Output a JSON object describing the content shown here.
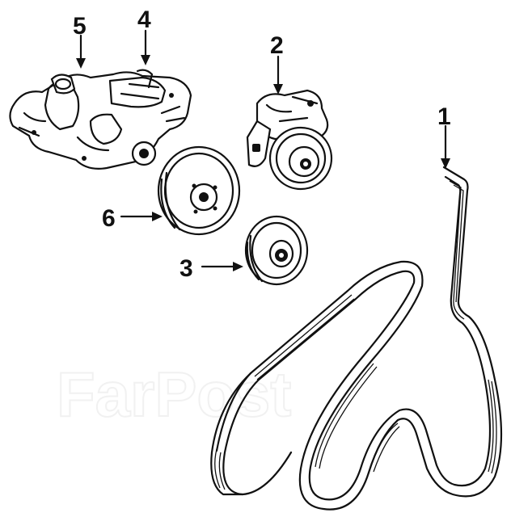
{
  "diagram": {
    "watermark": "FarPost",
    "callouts": [
      {
        "id": "1",
        "label": "1"
      },
      {
        "id": "2",
        "label": "2"
      },
      {
        "id": "3",
        "label": "3"
      },
      {
        "id": "4",
        "label": "4"
      },
      {
        "id": "5",
        "label": "5"
      },
      {
        "id": "6",
        "label": "6"
      }
    ]
  }
}
